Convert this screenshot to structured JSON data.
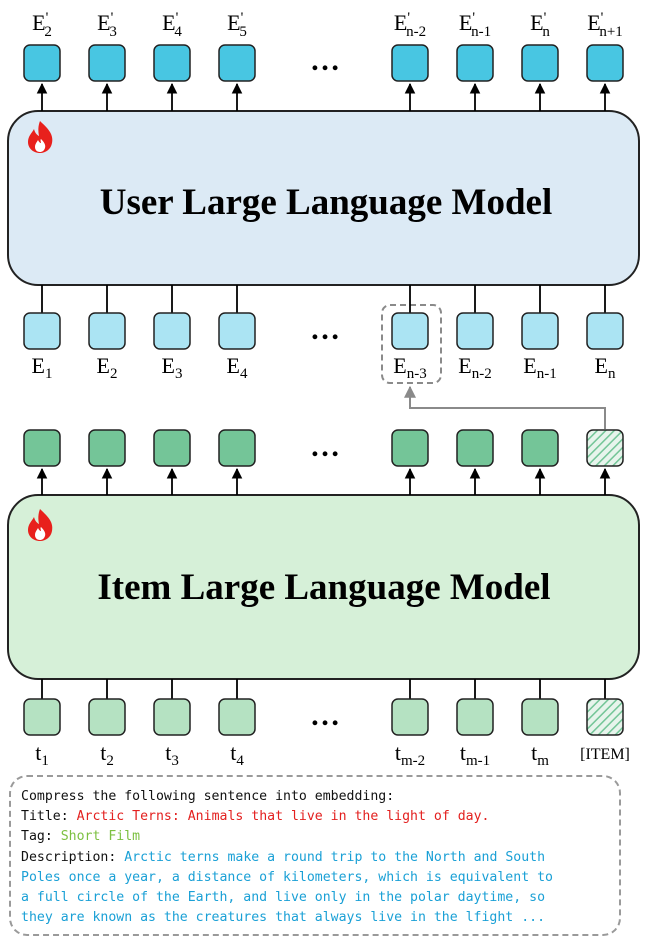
{
  "user_model": {
    "title": "User Large Language Model",
    "fill": "#dceaf5",
    "outputs": [
      {
        "base": "E",
        "sup": "'",
        "sub": "2"
      },
      {
        "base": "E",
        "sup": "'",
        "sub": "3"
      },
      {
        "base": "E",
        "sup": "'",
        "sub": "4"
      },
      {
        "base": "E",
        "sup": "'",
        "sub": "5"
      },
      {
        "base": "E",
        "sup": "'",
        "sub": "n-2"
      },
      {
        "base": "E",
        "sup": "'",
        "sub": "n-1"
      },
      {
        "base": "E",
        "sup": "'",
        "sub": "n"
      },
      {
        "base": "E",
        "sup": "'",
        "sub": "n+1"
      }
    ],
    "inputs": [
      {
        "base": "E",
        "sub": "1"
      },
      {
        "base": "E",
        "sub": "2"
      },
      {
        "base": "E",
        "sub": "3"
      },
      {
        "base": "E",
        "sub": "4"
      },
      {
        "base": "E",
        "sub": "n-3"
      },
      {
        "base": "E",
        "sub": "n-2"
      },
      {
        "base": "E",
        "sub": "n-1"
      },
      {
        "base": "E",
        "sub": "n"
      }
    ],
    "output_color": "#48c6e2",
    "input_color": "#abe4f3"
  },
  "item_model": {
    "title": "Item Large Language Model",
    "fill": "#d6f0d8",
    "output_color": "#74c598",
    "input_color": "#b5e2c2",
    "inputs": [
      {
        "base": "t",
        "sub": "1"
      },
      {
        "base": "t",
        "sub": "2"
      },
      {
        "base": "t",
        "sub": "3"
      },
      {
        "base": "t",
        "sub": "4"
      },
      {
        "base": "t",
        "sub": "m-2"
      },
      {
        "base": "t",
        "sub": "m-1"
      },
      {
        "base": "t",
        "sub": "m"
      },
      {
        "base": "[ITEM]",
        "sub": ""
      }
    ]
  },
  "ellipsis": "…",
  "prompt": {
    "instruction": "Compress the following sentence into embedding:",
    "title_label": "Title:",
    "title_value": "Arctic Terns: Animals that live in the light of day.",
    "tag_label": "Tag:",
    "tag_value": "Short Film",
    "desc_label": "Description:",
    "desc_lines": [
      "Arctic terns make a round trip to the North and South",
      "Poles once a year, a distance of kilometers, which is equivalent to",
      "a full circle of the Earth, and live only in the polar daytime, so",
      "they are known as the creatures that always live in the lfight ..."
    ]
  }
}
